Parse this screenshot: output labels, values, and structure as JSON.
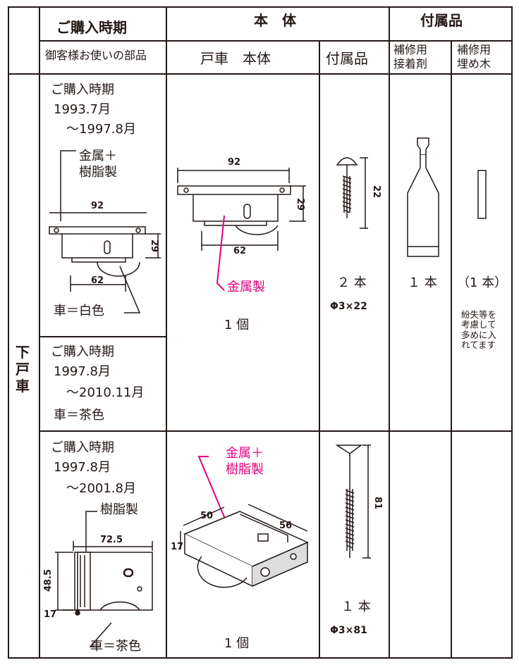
{
  "header": {
    "purchase_period": "ご購入時期",
    "customer_part": "御客様お使いの部品",
    "body": "本　体",
    "accessories": "付属品",
    "door_roller_body": "戸車　本体",
    "included": "付属品",
    "adhesive_line1": "補修用",
    "adhesive_line2": "接着剤",
    "filler_line1": "補修用",
    "filler_line2": "埋め木"
  },
  "row_label": "下\n戸\n車",
  "row1": {
    "period_title": "ご購入時期",
    "period_from": "1993.7月",
    "period_to": "～1997.8月",
    "material": "金属＋\n樹脂製",
    "wheel_color": "車＝白色",
    "dim_width": "92",
    "dim_height": "29",
    "dim_base": "62",
    "body_material": "金属製",
    "body_qty": "1 個",
    "screw_qty": "２ 本",
    "screw_size": "Φ3×22",
    "screw_len": "22",
    "adhesive_qty": "１ 本",
    "filler_qty": "（1 本）",
    "filler_note": "紛失等を\n考慮して\n多めに入\nれてます"
  },
  "row2": {
    "period_title": "ご購入時期",
    "period_from": "1997.8月",
    "period_to": "～2010.11月",
    "wheel_color": "車＝茶色"
  },
  "row3": {
    "period_title": "ご購入時期",
    "period_from": "1997.8月",
    "period_to": "～2001.8月",
    "material": "樹脂製",
    "wheel_color": "車＝茶色",
    "dim_width": "72.5",
    "dim_height": "48.5",
    "dim_depth": "17",
    "body_material": "金属＋\n樹脂製",
    "body_d1": "50",
    "body_d2": "56",
    "body_d3": "17",
    "body_qty": "1 個",
    "screw_qty": "１ 本",
    "screw_size": "Φ3×81",
    "screw_len": "81"
  },
  "colors": {
    "ink": "#231815",
    "accent": "#e4007f"
  }
}
